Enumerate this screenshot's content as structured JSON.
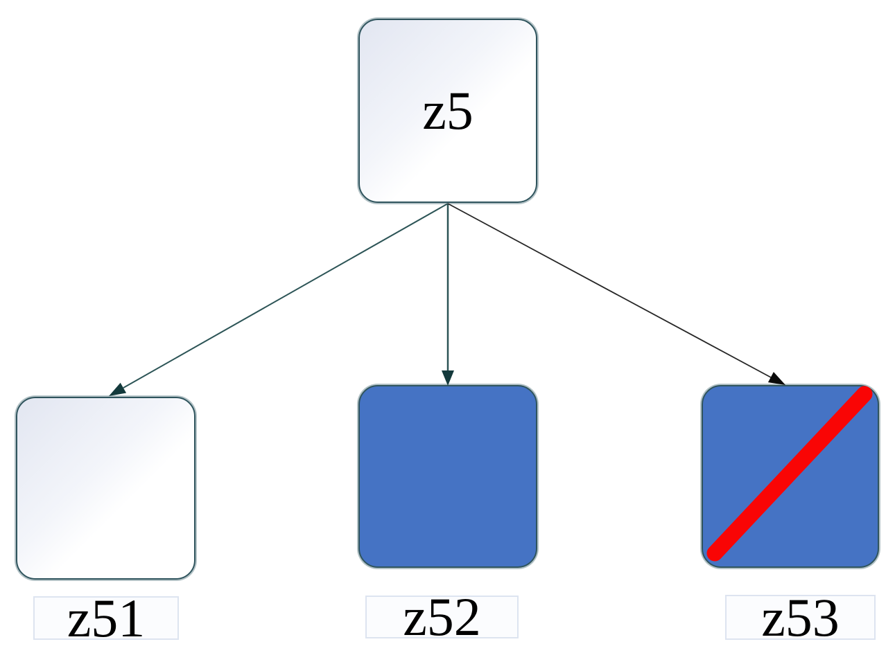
{
  "diagram": {
    "root_node": {
      "label": "z5",
      "fill": "light-gradient",
      "crossed_out": false
    },
    "child_nodes": [
      {
        "label": "z51",
        "fill": "light-gradient",
        "crossed_out": false
      },
      {
        "label": "z52",
        "fill": "blue",
        "crossed_out": false
      },
      {
        "label": "z53",
        "fill": "blue",
        "crossed_out": true
      }
    ],
    "edges": [
      {
        "from": "z5",
        "to": "z51",
        "color": "teal",
        "arrowhead": "filled-triangle"
      },
      {
        "from": "z5",
        "to": "z52",
        "color": "teal",
        "arrowhead": "filled-triangle"
      },
      {
        "from": "z5",
        "to": "z53",
        "color": "black",
        "arrowhead": "filled-triangle"
      }
    ]
  },
  "colors": {
    "canvas_bg": "#ffffff",
    "node_border": "#2f545d",
    "node_border_glow": "#b3c2c6",
    "node_gradient_start": "#e2e6f1",
    "node_gradient_mid": "#f3f5fa",
    "node_gradient_end": "#ffffff",
    "node_blue_fill": "#4573c4",
    "edge_teal": "#2c5456",
    "arrowhead_teal": "#143a3c",
    "edge_black": "#262626",
    "arrowhead_black": "#0a0a0a",
    "cross_stripe_red": "#f90505",
    "label_bg": "#fbfcfe",
    "label_border": "#dde4f0",
    "label_text": "#000000"
  }
}
